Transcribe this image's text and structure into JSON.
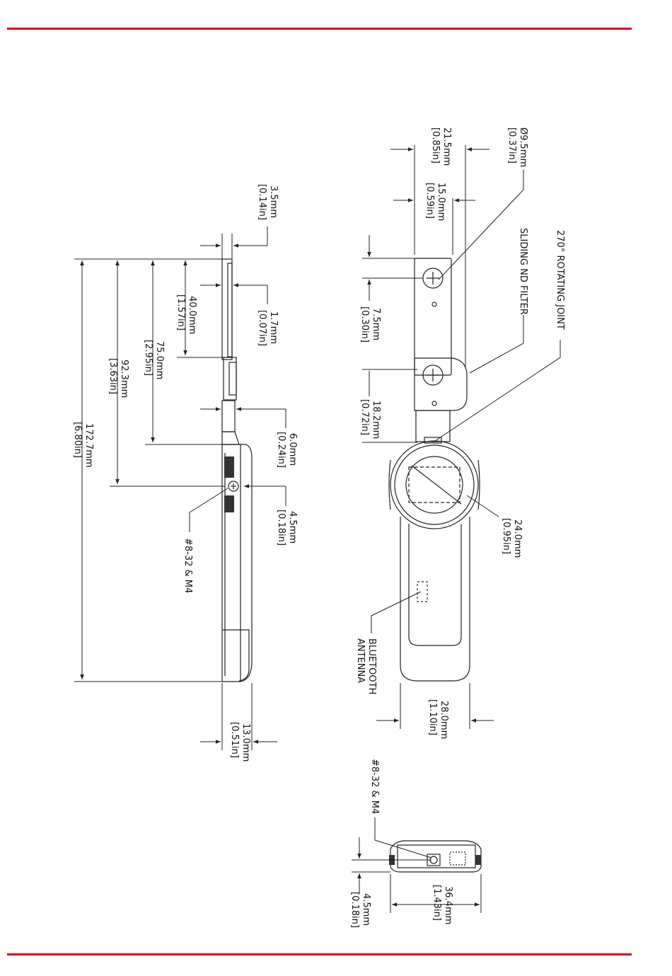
{
  "colors": {
    "rule": "#d0101a",
    "line": "#222222"
  },
  "dimensions": {
    "d1": {
      "mm": "3.5mm",
      "in": "[0.14in]"
    },
    "d2": {
      "mm": "1.7mm",
      "in": "[0.07in]"
    },
    "d3": {
      "mm": "40.0mm",
      "in": "[1.57in]"
    },
    "d4": {
      "mm": "75.0mm",
      "in": "[2.95in]"
    },
    "d5": {
      "mm": "92.3mm",
      "in": "[3.63in]"
    },
    "d6": {
      "mm": "172.7mm",
      "in": "[6.80in]"
    },
    "d7": {
      "mm": "6.0mm",
      "in": "[0.24in]"
    },
    "d8": {
      "mm": "4.5mm",
      "in": "[0.18in]"
    },
    "d9": {
      "mm": "13.0mm",
      "in": "[0.51in]"
    },
    "d10": {
      "mm": "21.5mm",
      "in": "[0.85in]"
    },
    "d11": {
      "mm": "Ø9.5mm",
      "in": "[0.37in]"
    },
    "d12": {
      "mm": "15.0mm",
      "in": "[0.59in]"
    },
    "d13": {
      "mm": "7.5mm",
      "in": "[0.30in]"
    },
    "d14": {
      "mm": "18.2mm",
      "in": "[0.72in]"
    },
    "d15": {
      "mm": "24.0mm",
      "in": "[0.95in]"
    },
    "d16": {
      "mm": "28.0mm",
      "in": "[1.10in]"
    },
    "d17": {
      "mm": "36.4mm",
      "in": "[1.43in]"
    },
    "d18": {
      "mm": "4.5mm",
      "in": "[0.18in]"
    }
  },
  "callouts": {
    "thread_side": "#8-32 & M4",
    "thread_bottom": "#8-32 & M4",
    "rotating_joint": "270° ROTATING JOINT",
    "nd_filter": "SLIDING ND FILTER",
    "bluetooth_1": "BLUETOOTH",
    "bluetooth_2": "ANTENNA"
  }
}
